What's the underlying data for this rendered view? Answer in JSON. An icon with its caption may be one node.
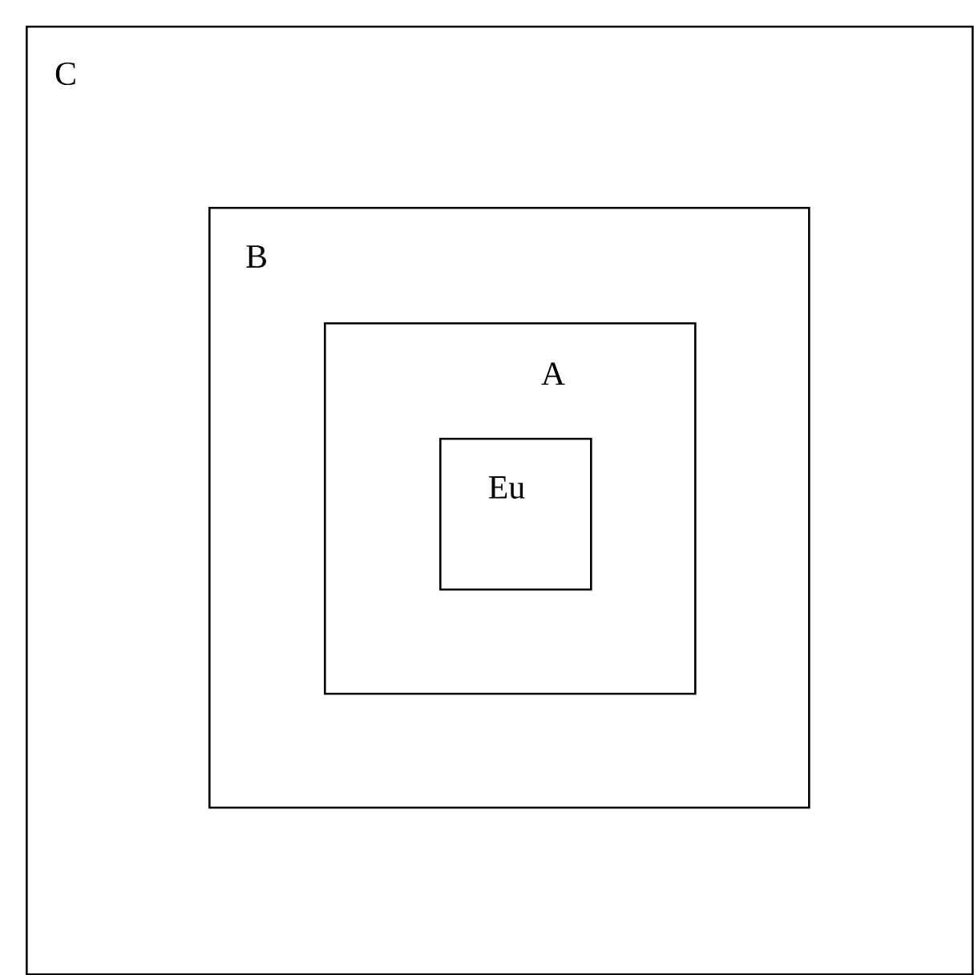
{
  "diagram": {
    "nodes": [
      {
        "text": [
          "C"
        ]
      },
      {
        "text": [
          "B"
        ],
        "in": 0
      },
      {
        "text": [
          "A"
        ],
        "in": 1
      },
      {
        "text": [
          "Eu"
        ],
        "in": 2
      }
    ]
  }
}
